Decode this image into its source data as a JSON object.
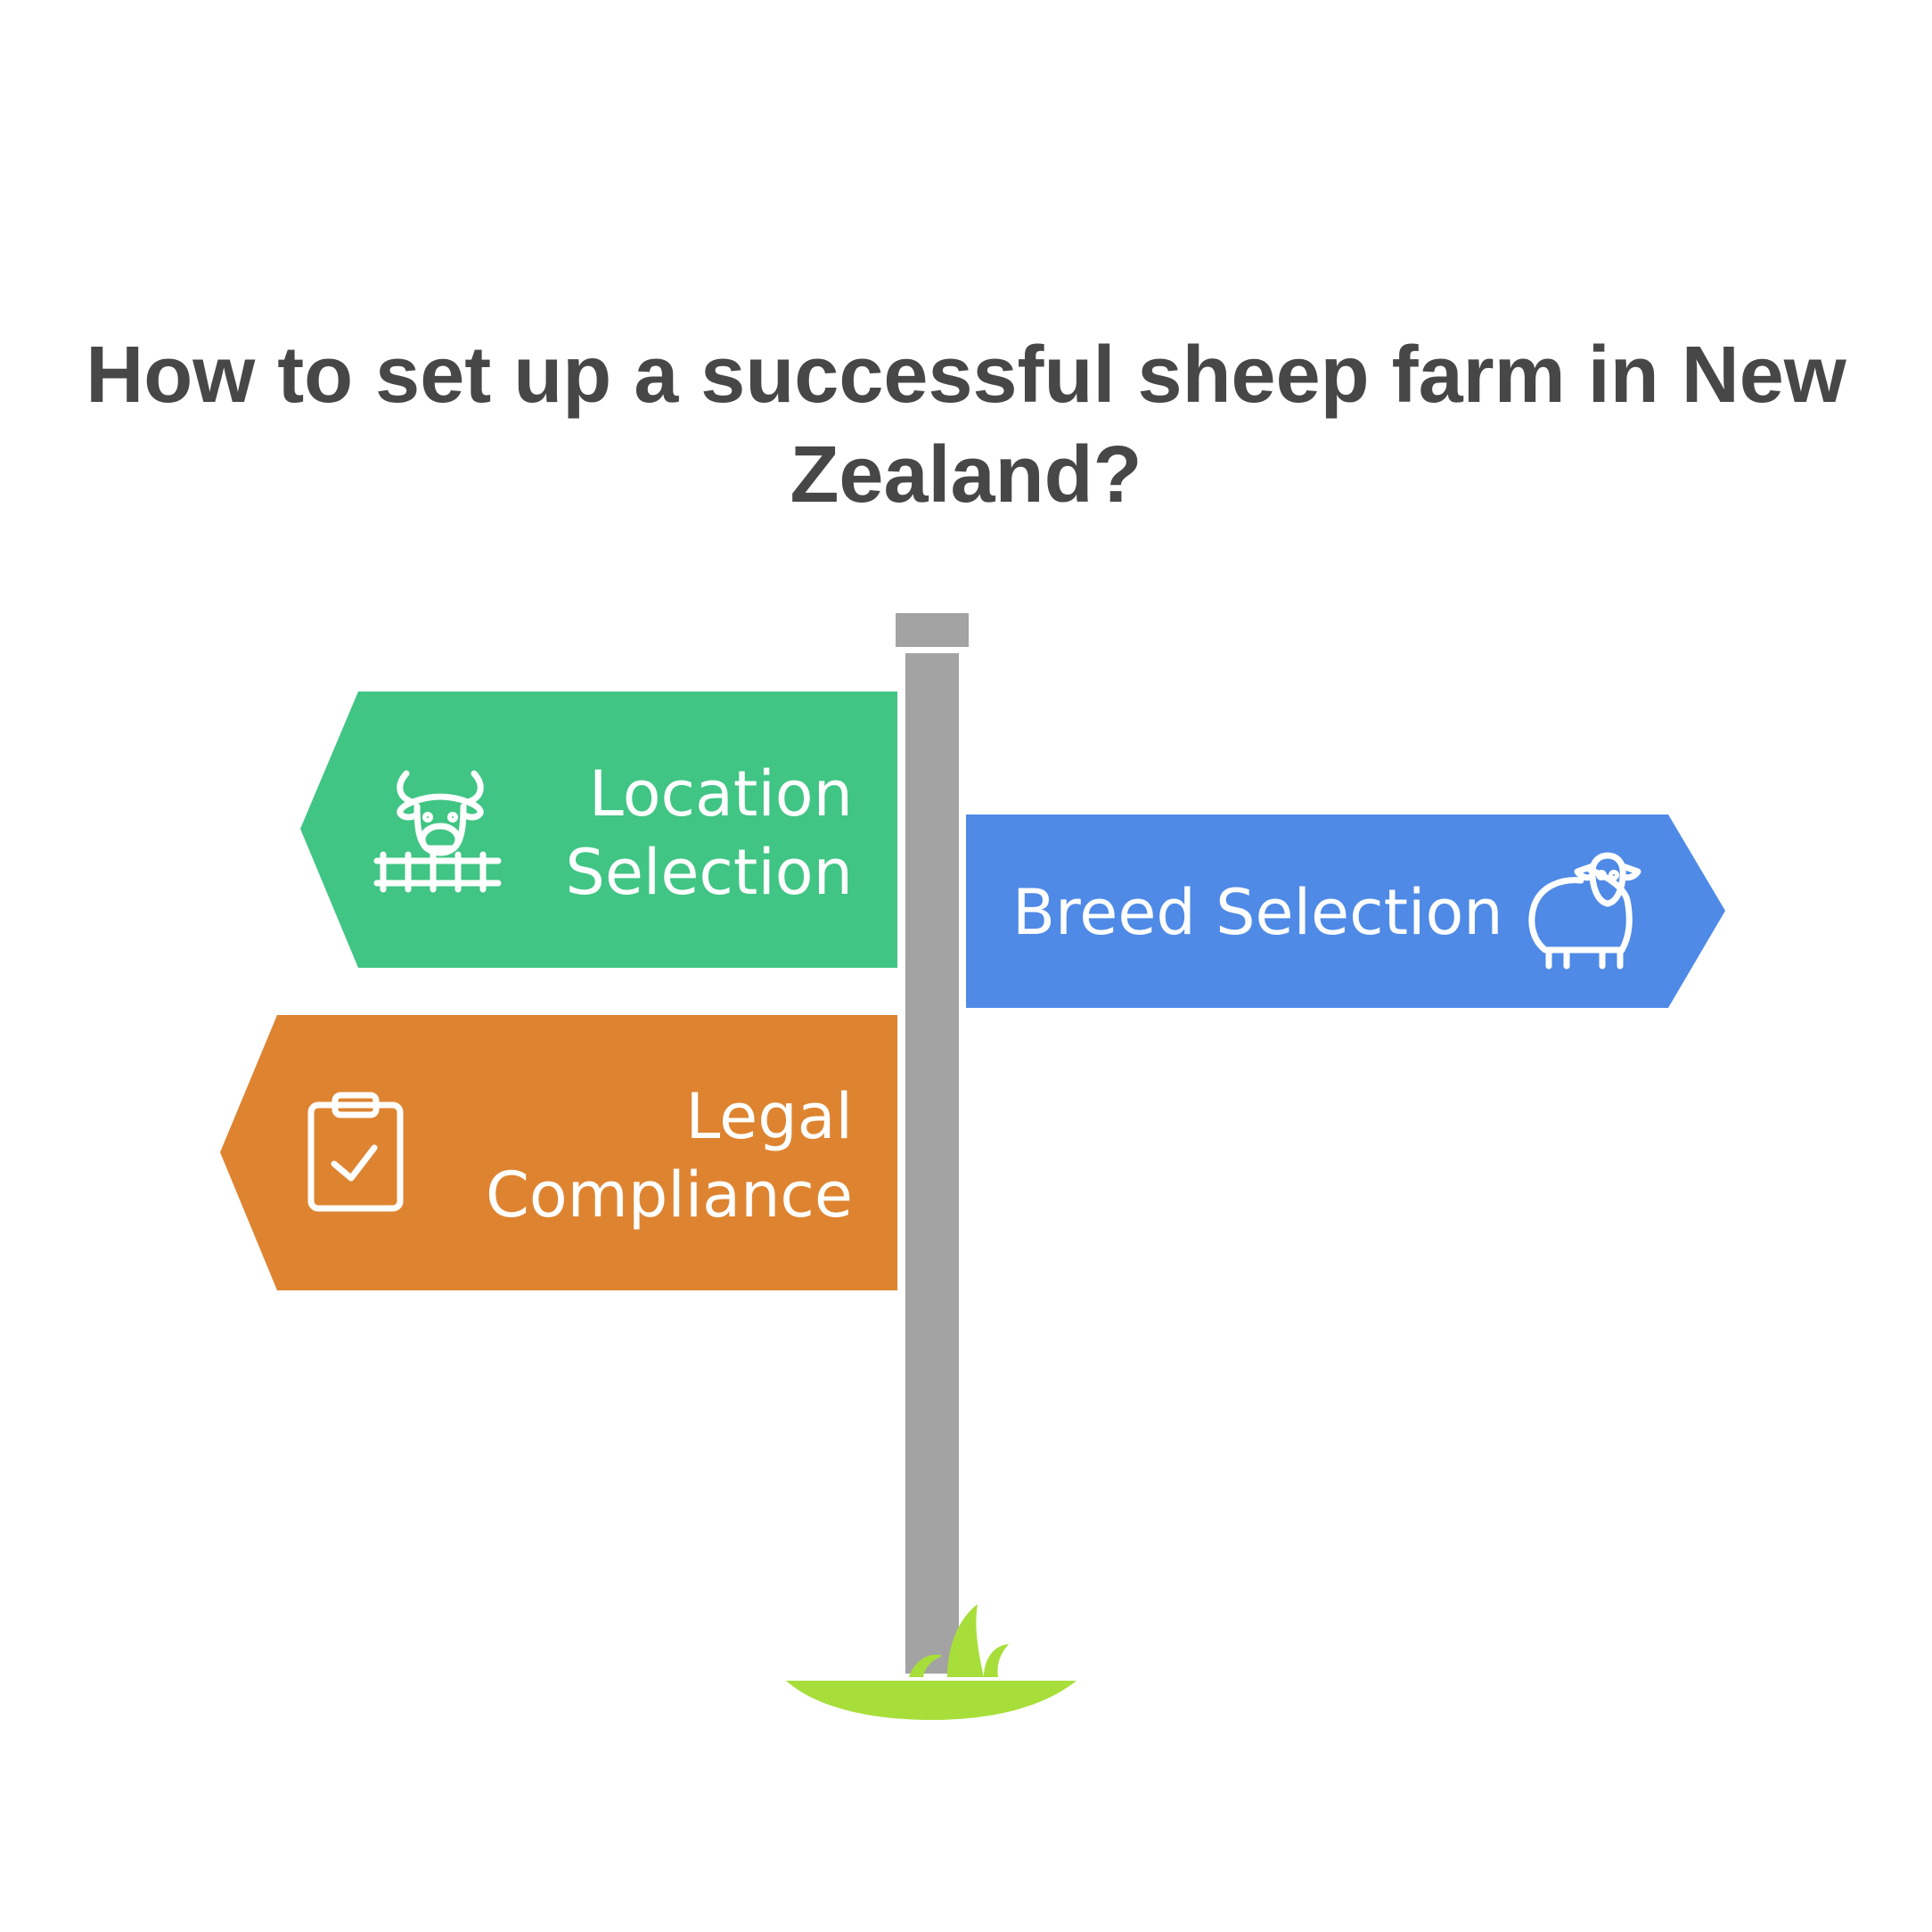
{
  "title": "How to set up a successful sheep farm in New Zealand?",
  "colors": {
    "post": "#a3a3a3",
    "location": "#40c584",
    "breed": "#4f8ae6",
    "legal": "#de8430",
    "grass": "#a7de3a",
    "title": "#474747"
  },
  "signs": {
    "location": {
      "line1": "Location",
      "line2": "Selection",
      "icon": "cow-fence-icon"
    },
    "breed": {
      "label": "Breed Selection",
      "icon": "sheep-icon"
    },
    "legal": {
      "line1": "Legal",
      "line2": "Compliance",
      "icon": "clipboard-check-icon"
    }
  }
}
